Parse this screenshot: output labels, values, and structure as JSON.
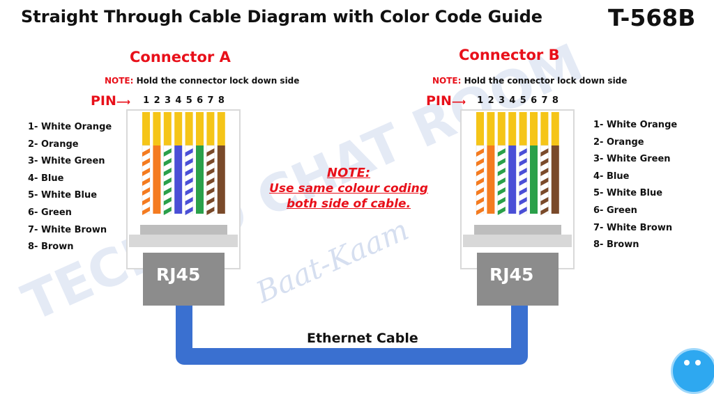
{
  "title": "Straight Through Cable Diagram with Color Code Guide",
  "standard": "T-568B",
  "connectors": [
    {
      "name": "Connector A",
      "note_label": "NOTE:",
      "note_text": "Hold the connector lock down side",
      "pin_label": "PIN",
      "pins": [
        "1",
        "2",
        "3",
        "4",
        "5",
        "6",
        "7",
        "8"
      ],
      "plug_label": "RJ45"
    },
    {
      "name": "Connector B",
      "note_label": "NOTE:",
      "note_text": "Hold the connector lock down side",
      "pin_label": "PIN",
      "pins": [
        "1",
        "2",
        "3",
        "4",
        "5",
        "6",
        "7",
        "8"
      ],
      "plug_label": "RJ45"
    }
  ],
  "wires_left": [
    "1- White Orange",
    "2- Orange",
    "3- White Green",
    "4- Blue",
    "5- White Blue",
    "6- Green",
    "7- White Brown",
    "8- Brown"
  ],
  "wires_right": [
    "1- White Orange",
    "2- Orange",
    "3- White Green",
    "4- Blue",
    "5- White Blue",
    "6- Green",
    "7- White Brown",
    "8- Brown"
  ],
  "center_note": {
    "heading": "NOTE:",
    "line1": "Use same colour coding",
    "line2": "both side of cable."
  },
  "cable_label": "Ethernet Cable",
  "watermark": {
    "main": "TECHNO CHAT ROOM",
    "sub": "Baat-Kaam"
  },
  "colors": {
    "pin_gold": "#f5c518",
    "orange": "#f47b20",
    "green": "#2aa04a",
    "blue": "#4a4fd6",
    "brown": "#7a4a2a",
    "plug_gray": "#8c8c8c",
    "cable_blue": "#3a70d0",
    "accent_red": "#e8101a"
  },
  "wire_colors": [
    {
      "base": "#ffffff",
      "stripe": "#f47b20"
    },
    {
      "base": "#f47b20",
      "stripe": ""
    },
    {
      "base": "#ffffff",
      "stripe": "#2aa04a"
    },
    {
      "base": "#4a4fd6",
      "stripe": ""
    },
    {
      "base": "#ffffff",
      "stripe": "#4a4fd6"
    },
    {
      "base": "#2aa04a",
      "stripe": ""
    },
    {
      "base": "#ffffff",
      "stripe": "#7a4a2a"
    },
    {
      "base": "#7a4a2a",
      "stripe": ""
    }
  ]
}
